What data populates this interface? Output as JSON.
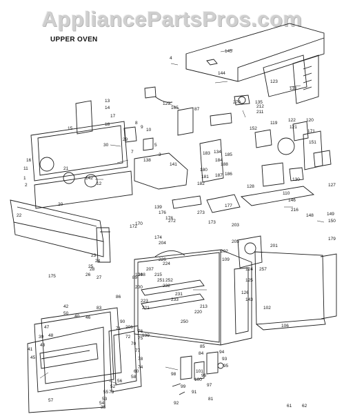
{
  "watermark": "AppliancePartsPros.com",
  "title": "UPPER OVEN",
  "part_numbers": [
    "145",
    "144",
    "123",
    "131",
    "4",
    "270",
    "135",
    "212",
    "211",
    "129",
    "165",
    "87",
    "13",
    "14",
    "17",
    "18",
    "15",
    "8",
    "9",
    "10",
    "30",
    "29",
    "7",
    "5",
    "3",
    "122",
    "120",
    "121",
    "119",
    "152",
    "151",
    "134",
    "183",
    "184",
    "185",
    "188",
    "186",
    "187",
    "180",
    "181",
    "182",
    "171",
    "130",
    "127",
    "16",
    "11",
    "1",
    "2",
    "21",
    "142",
    "138",
    "141",
    "12",
    "20",
    "128",
    "110",
    "146",
    "216",
    "148",
    "149",
    "150",
    "179",
    "139",
    "273",
    "177",
    "176",
    "178",
    "272",
    "173",
    "172",
    "170",
    "174",
    "204",
    "205",
    "203",
    "202",
    "109",
    "201",
    "257",
    "226",
    "224",
    "207",
    "208",
    "200",
    "175",
    "22",
    "23",
    "24",
    "25",
    "26",
    "27",
    "28",
    "104",
    "215",
    "251",
    "252",
    "232",
    "231",
    "233",
    "223",
    "221",
    "213",
    "220",
    "250",
    "199",
    "124",
    "125",
    "126",
    "143",
    "102",
    "106",
    "86",
    "83",
    "42",
    "50",
    "40",
    "46",
    "47",
    "48",
    "39",
    "43",
    "41",
    "45",
    "76",
    "75",
    "77",
    "78",
    "74",
    "60",
    "58",
    "56",
    "52",
    "55",
    "53",
    "54",
    "57",
    "35",
    "73",
    "85",
    "84",
    "94",
    "93",
    "95",
    "96",
    "97",
    "99",
    "98",
    "101",
    "100",
    "92",
    "91",
    "81",
    "89",
    "90",
    "206",
    "71",
    "72",
    "70",
    "61",
    "62"
  ]
}
